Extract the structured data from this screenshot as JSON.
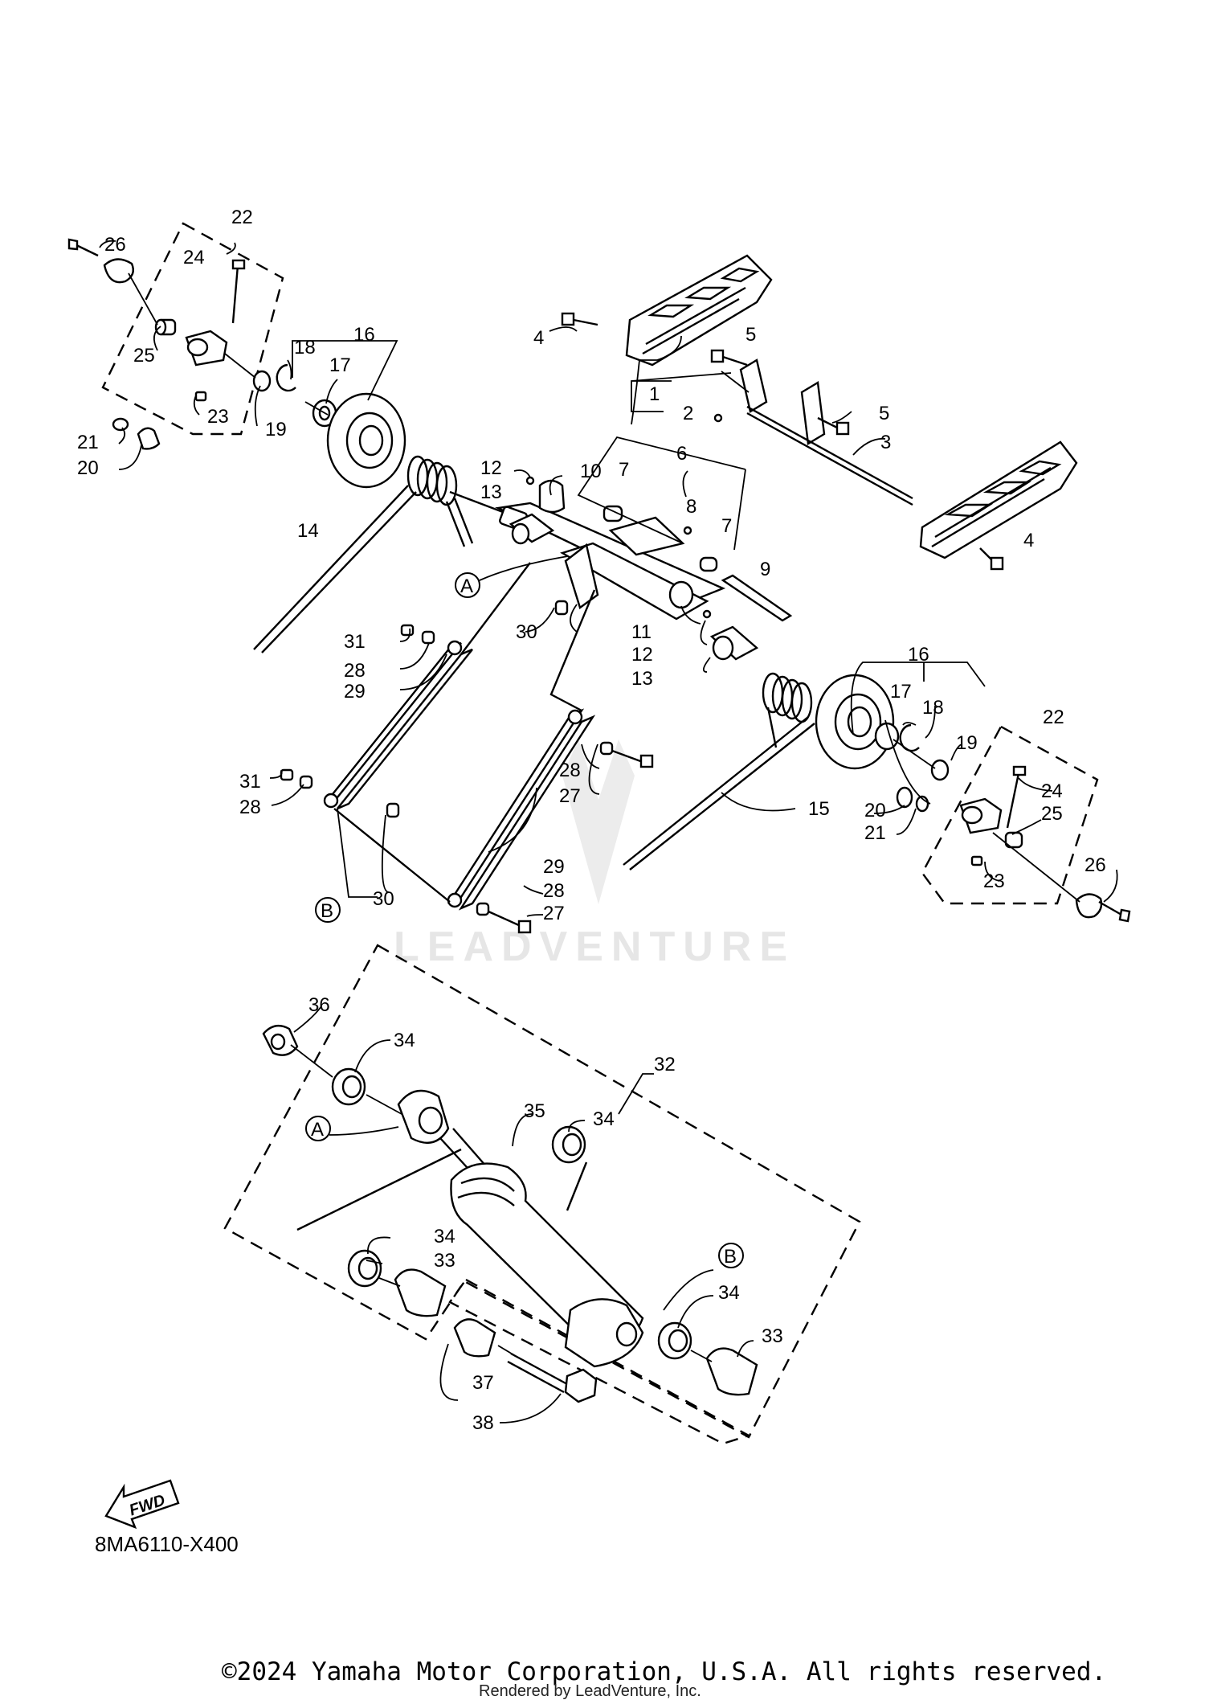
{
  "watermark": "LEADVENTURE",
  "diagram_code": "8MA6110-X400",
  "fwd_label": "FWD",
  "copyright": "©2024 Yamaha Motor Corporation, U.S.A. All rights reserved.",
  "rendered_by": "Rendered by LeadVenture, Inc.",
  "ref_marks": [
    "A",
    "B"
  ],
  "callouts": [
    "1",
    "2",
    "3",
    "4",
    "5",
    "6",
    "7",
    "8",
    "9",
    "10",
    "11",
    "12",
    "13",
    "14",
    "15",
    "16",
    "17",
    "18",
    "19",
    "20",
    "21",
    "22",
    "23",
    "24",
    "25",
    "26",
    "27",
    "28",
    "29",
    "30",
    "31",
    "32",
    "33",
    "34",
    "35",
    "36",
    "37",
    "38"
  ]
}
